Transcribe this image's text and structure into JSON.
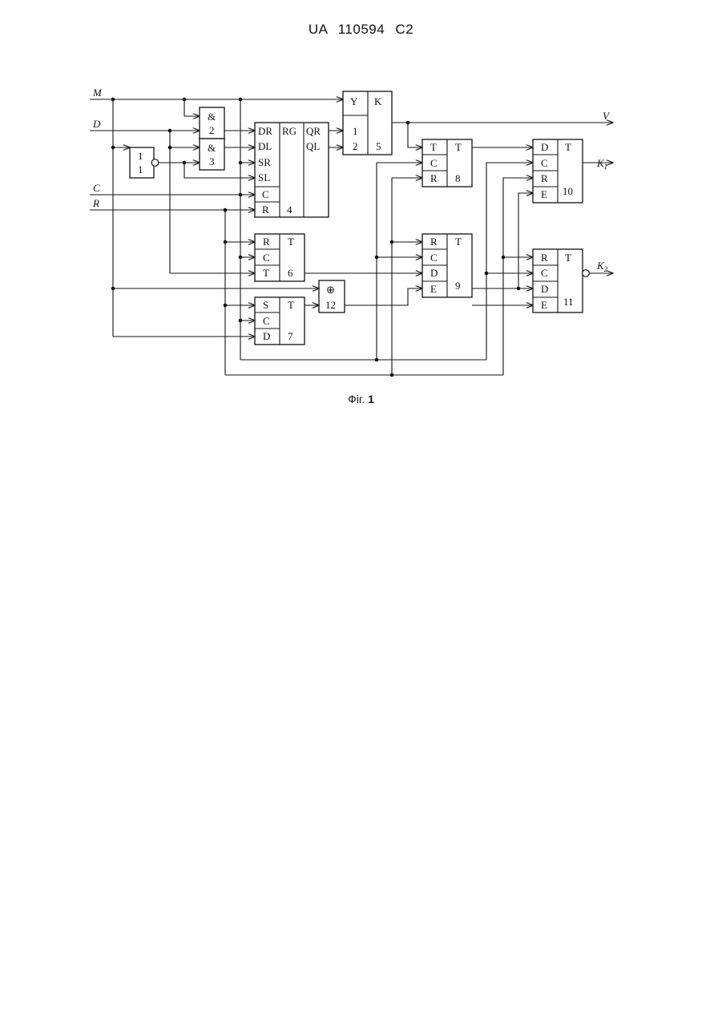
{
  "header": {
    "doc_id": "UA   110594   C2"
  },
  "figure": {
    "caption_prefix": "Фіг.",
    "caption_number": "1"
  },
  "signals": {
    "inputs": [
      "M",
      "D",
      "C",
      "R"
    ],
    "outputs": {
      "v": "V",
      "k1_main": "K",
      "k1_sub": "1",
      "k2_main": "K",
      "k2_sub": "2"
    }
  },
  "blocks": {
    "and2": {
      "op": "&",
      "num": "2"
    },
    "and3": {
      "op": "&",
      "num": "3"
    },
    "inv1": {
      "top": "1",
      "num": "1"
    },
    "rg4": {
      "pins_left": [
        "DR",
        "DL",
        "SR",
        "SL",
        "C",
        "R"
      ],
      "type": "RG",
      "pins_right": [
        "QR",
        "QL"
      ],
      "num": "4"
    },
    "blk5": {
      "cols": [
        "Y",
        "K"
      ],
      "pins": [
        "1",
        "2"
      ],
      "num": "5"
    },
    "t6": {
      "pins": [
        "R",
        "C",
        "T"
      ],
      "type": "T",
      "num": "6"
    },
    "t7": {
      "pins": [
        "S",
        "C",
        "D"
      ],
      "type": "T",
      "num": "7"
    },
    "t8": {
      "pins": [
        "T",
        "C",
        "R"
      ],
      "type": "T",
      "num": "8"
    },
    "t9": {
      "pins": [
        "R",
        "C",
        "D",
        "E"
      ],
      "type": "T",
      "num": "9"
    },
    "t10": {
      "pins": [
        "D",
        "C",
        "R",
        "E"
      ],
      "type": "T",
      "num": "10"
    },
    "t11": {
      "pins": [
        "R",
        "C",
        "D",
        "E"
      ],
      "type": "T",
      "num": "11"
    },
    "xor12": {
      "op": "⊕",
      "num": "12"
    }
  }
}
